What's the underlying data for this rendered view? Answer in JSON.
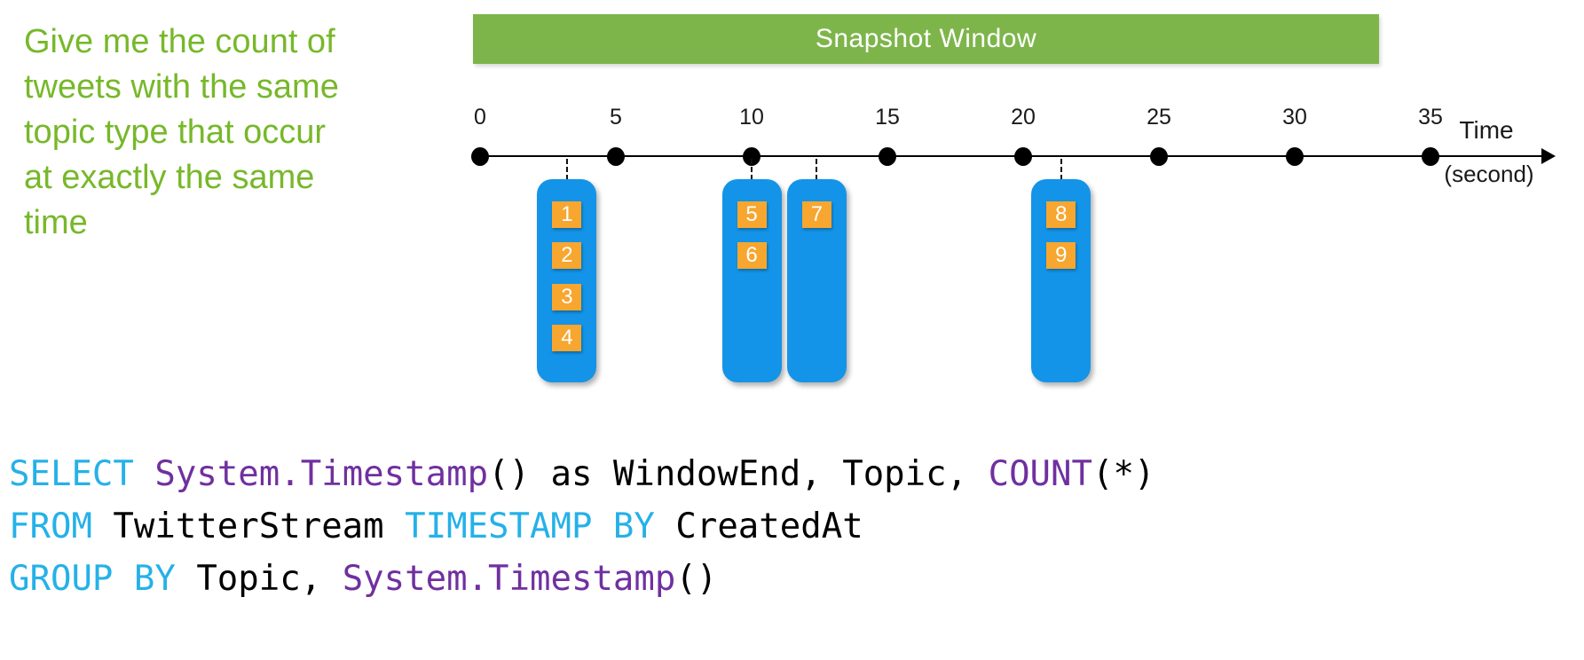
{
  "prompt": {
    "text": "Give me the count of\ntweets with the same\ntopic type that occur\nat exactly the same\ntime"
  },
  "banner": {
    "label": "Snapshot Window"
  },
  "timeline": {
    "ticks": [
      "0",
      "5",
      "10",
      "15",
      "20",
      "25",
      "30",
      "35"
    ],
    "axis_label": {
      "line1": "Time",
      "line2": "(second)"
    },
    "seconds_per_tick": 5
  },
  "event_groups": [
    {
      "time_sec": 3.2,
      "events": [
        "1",
        "2",
        "3",
        "4"
      ]
    },
    {
      "time_sec": 10.0,
      "events": [
        "5",
        "6"
      ]
    },
    {
      "time_sec": 12.4,
      "events": [
        "7"
      ]
    },
    {
      "time_sec": 21.4,
      "events": [
        "8",
        "9"
      ]
    }
  ],
  "code": {
    "lines": [
      [
        {
          "text": "SELECT",
          "type": "keyword"
        },
        {
          "text": " ",
          "type": "plain"
        },
        {
          "text": "System.Timestamp",
          "type": "function"
        },
        {
          "text": "() as WindowEnd, Topic, ",
          "type": "plain"
        },
        {
          "text": "COUNT",
          "type": "function"
        },
        {
          "text": "(*)",
          "type": "plain"
        }
      ],
      [
        {
          "text": "FROM",
          "type": "keyword"
        },
        {
          "text": " TwitterStream ",
          "type": "plain"
        },
        {
          "text": "TIMESTAMP BY",
          "type": "keyword"
        },
        {
          "text": " CreatedAt",
          "type": "plain"
        }
      ],
      [
        {
          "text": "GROUP BY",
          "type": "keyword"
        },
        {
          "text": " Topic, ",
          "type": "plain"
        },
        {
          "text": "System.Timestamp",
          "type": "function"
        },
        {
          "text": "()",
          "type": "plain"
        }
      ]
    ]
  },
  "colors": {
    "prompt_green": "#77B82A",
    "banner_green": "#7DB54A",
    "event_blue": "#1394E9",
    "event_orange": "#F7A62F",
    "keyword_cyan": "#25B1E8",
    "function_purple": "#7030A0",
    "code_plain": "#000000"
  }
}
